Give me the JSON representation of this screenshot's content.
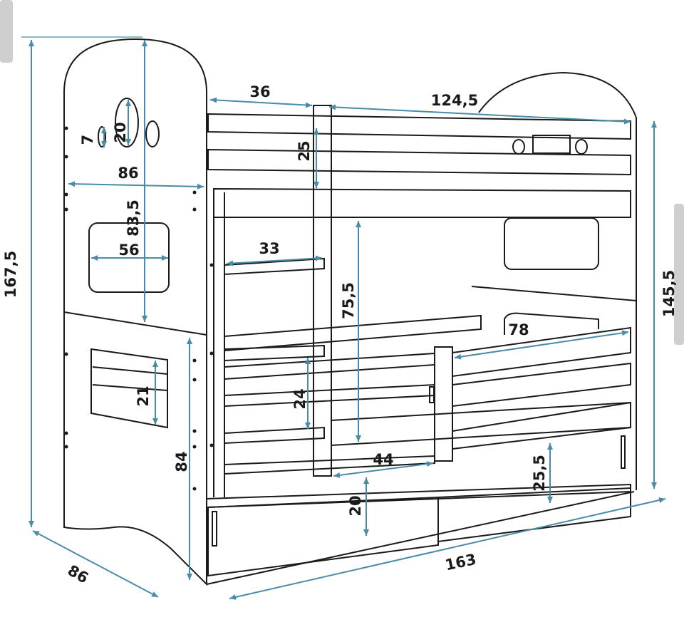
{
  "colors": {
    "outline": "#1a1a1a",
    "dimension": "#4a8ca8",
    "background": "#ffffff",
    "scroll_tab": "#c9c9c9"
  },
  "dimensions": {
    "overall_height": "167,5",
    "end_panel_height": "145,5",
    "depth_bottom": "86",
    "length_bottom": "163",
    "depth_top": "86",
    "ladder_width": "36",
    "upper_bed_length": "124,5",
    "top_rail_gap": "25",
    "small_hole": "7",
    "round_hole": "20",
    "upper_clearance": "83,5",
    "window_width": "56",
    "ladder_rung_width": "33",
    "lower_clearance": "75,5",
    "guard_rail_length": "78",
    "lower_window_height": "21",
    "rung_spacing": "24",
    "lower_bed_height": "84",
    "lower_opening": "44",
    "drawer_height": "20",
    "drawer_front_height": "25,5"
  }
}
